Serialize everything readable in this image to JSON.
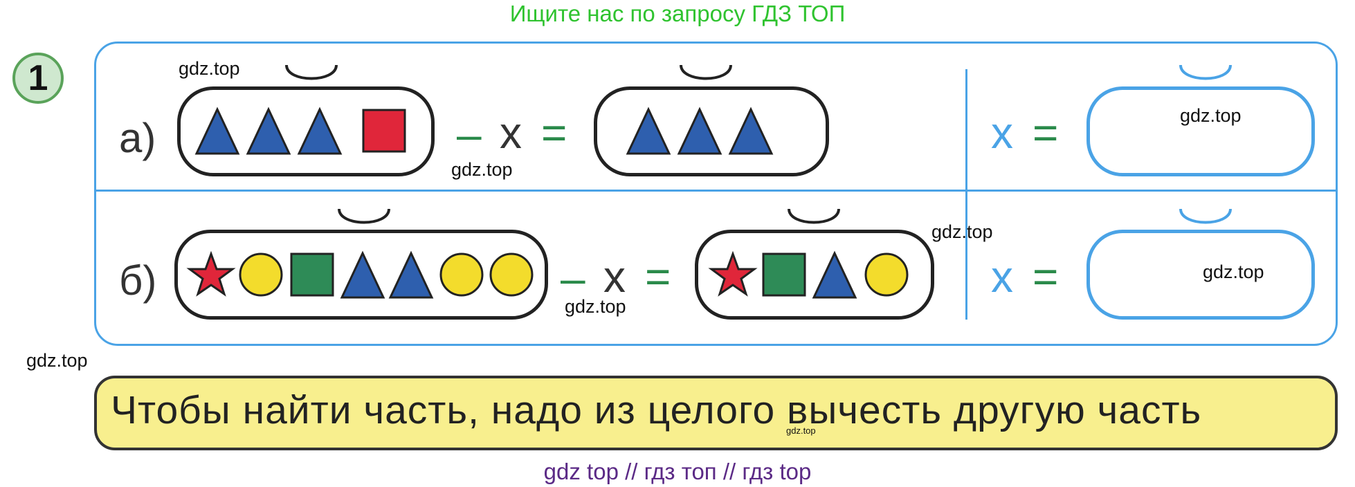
{
  "top_banner": "Ищите нас по запросу ГДЗ ТОП",
  "task_number": "1",
  "row_a": {
    "label": "а)",
    "minus": "–",
    "x": "х",
    "eq": "=",
    "left_shapes": [
      "blue-triangle",
      "blue-triangle",
      "blue-triangle",
      "red-square"
    ],
    "right_shapes": [
      "blue-triangle",
      "blue-triangle",
      "blue-triangle"
    ],
    "answer_x": "х",
    "answer_eq": "="
  },
  "row_b": {
    "label": "б)",
    "minus": "–",
    "x": "х",
    "eq": "=",
    "left_shapes": [
      "red-star",
      "yellow-circle",
      "green-square",
      "blue-triangle",
      "blue-triangle",
      "yellow-circle",
      "yellow-circle"
    ],
    "right_shapes": [
      "red-star",
      "green-square",
      "blue-triangle",
      "yellow-circle"
    ],
    "answer_x": "х",
    "answer_eq": "="
  },
  "watermarks": {
    "w1": "gdz.top",
    "w2": "gdz.top",
    "w3": "gdz.top",
    "w4": "gdz.top",
    "w5": "gdz.top",
    "w6": "gdz.top",
    "w7": "gdz.top",
    "w8": "gdz.top"
  },
  "rule": "Чтобы найти часть, надо из целого вычесть другую часть",
  "bottom_banner": "gdz top  //  гдз топ  //  гдз top",
  "colors": {
    "blue_triangle": "#2e5fae",
    "red": "#e0263a",
    "green_square": "#2e8b57",
    "yellow": "#f3dc2c",
    "frame_blue": "#4aa3e6"
  }
}
